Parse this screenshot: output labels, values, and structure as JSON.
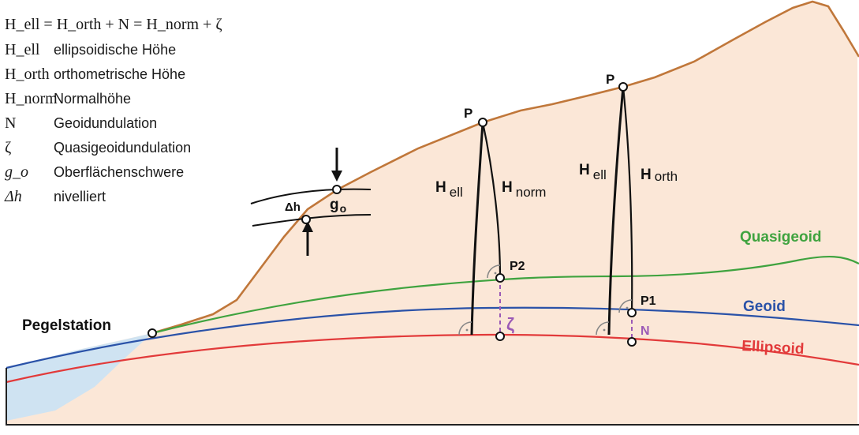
{
  "formula": "H_ell = H_orth + N = H_norm + ζ",
  "legend": [
    {
      "symbol": "H_ell",
      "label": "ellipsoidische Höhe"
    },
    {
      "symbol": "H_orth",
      "label": "orthometrische Höhe"
    },
    {
      "symbol": "H_norm",
      "label": "Normalhöhe"
    },
    {
      "symbol": "N",
      "label": "Geoidundulation"
    },
    {
      "symbol": "ζ",
      "label": "Quasigeoidundulation"
    },
    {
      "symbol": "g_o",
      "label": "Oberflächenschwere"
    },
    {
      "symbol": "Δh",
      "label": "nivelliert"
    }
  ],
  "surfaces": {
    "quasigeoid": "Quasigeoid",
    "geoid": "Geoid",
    "ellipsoid": "Ellipsoid"
  },
  "points": {
    "pegelstation": "Pegelstation",
    "p_left": "P",
    "p_right": "P",
    "p1": "P1",
    "p2": "P2"
  },
  "heights": {
    "h_ell_left": "H",
    "h_ell_left_sub": "ell",
    "h_norm": "H",
    "h_norm_sub": "norm",
    "h_ell_right": "H",
    "h_ell_right_sub": "ell",
    "h_orth": "H",
    "h_orth_sub": "orth",
    "zeta": "ζ",
    "n": "N"
  },
  "leveling": {
    "delta_h": "Δh",
    "g": "g",
    "g_sub": "o"
  },
  "colors": {
    "terrain_fill": "#fbe7d7",
    "terrain_line": "#c0773a",
    "sea": "#cfe3f2",
    "quasigeoid": "#3fa33f",
    "geoid": "#2a52a8",
    "ellipsoid": "#e23a3a",
    "dashed": "#9b59b6"
  }
}
